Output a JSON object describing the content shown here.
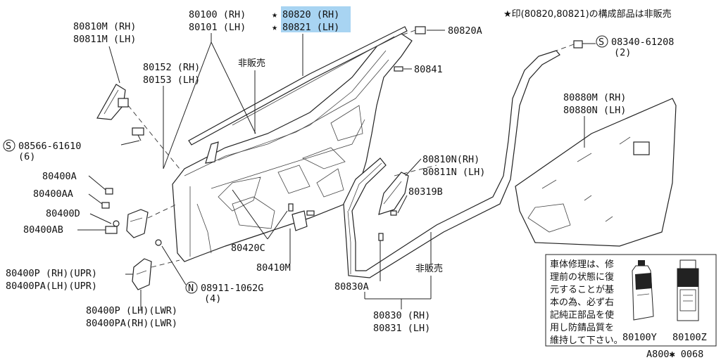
{
  "header_note": "★印(80820,80821)の構成部品は非販売",
  "labels": {
    "p80100": "80100 (RH)",
    "p80101": "80101 (LH)",
    "star": "★",
    "p80820": "80820 (RH)",
    "p80821": "80821 (LH)",
    "p80810m": "80810M (RH)",
    "p80811m": "80811M (LH)",
    "p80152": "80152 (RH)",
    "p80153": "80153 (LH)",
    "hibaibai_1": "非販売",
    "hibaibai_2": "非販売",
    "p80820a": "80820A",
    "s08340": "08340-61208",
    "s08340_qty": "(2)",
    "p80841": "80841",
    "s08566": "08566-61610",
    "s08566_qty": "(6)",
    "p80880m": "80880M (RH)",
    "p80880n": "80880N (LH)",
    "p80400a": "80400A",
    "p80400aa": "80400AA",
    "p80400d": "80400D",
    "p80400ab": "80400AB",
    "p80810n": "80810N(RH)",
    "p80811n": "80811N (LH)",
    "p80319b": "80319B",
    "p80420c": "80420C",
    "p80410m": "80410M",
    "p80400p_upr": "80400P  (RH)(UPR)",
    "p80400pa_upr": "80400PA(LH)(UPR)",
    "n08911": "08911-1062G",
    "n08911_qty": "(4)",
    "p80830a": "80830A",
    "p80400p_lwr": "80400P  (LH)(LWR)",
    "p80400pa_lwr": "80400PA(RH)(LWR)",
    "p80830": "80830 (RH)",
    "p80831": "80831 (LH)",
    "p80100y": "80100Y",
    "p80100z": "80100Z",
    "footer_code": "A800✱ 0068"
  },
  "note_box": {
    "lines": [
      "車体修理は、修",
      "理前の状態に復",
      "元することが基",
      "本の為、必ず右",
      "記純正部品を使",
      "用し防錆品質を",
      "維持して下さい。"
    ]
  },
  "symbols": {
    "s": "S",
    "n": "N"
  },
  "colors": {
    "highlight": "#a8d4f2",
    "line": "#222222"
  }
}
